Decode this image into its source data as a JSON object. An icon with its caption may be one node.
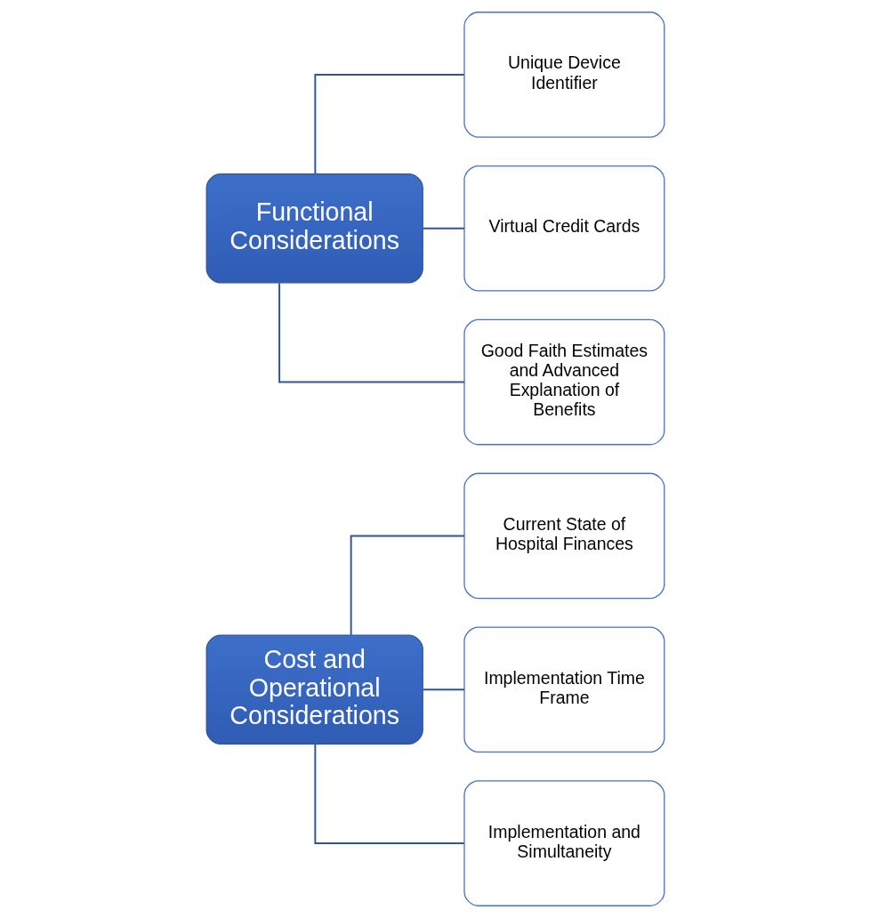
{
  "diagram": {
    "nodes": [
      {
        "text": [
          "Cost and Operational Considerations"
        ]
      },
      {
        "text": [
          "Current State of Hospital Finances"
        ]
      },
      {
        "text": [
          "Implementation Time Frame"
        ]
      },
      {
        "text": [
          "Implementation and Simultaneity"
        ]
      },
      {
        "text": [
          "Functional Considerations"
        ]
      },
      {
        "text": [
          "Unique Device Identifier"
        ]
      },
      {
        "text": [
          "Virtual Credit Cards"
        ]
      },
      {
        "text": [
          "Good Faith Estimates and Advanced Explanation of Benefits"
        ]
      }
    ],
    "edges": [
      {
        "from": 0,
        "to": 1,
        "arrow": "none"
      },
      {
        "from": 0,
        "to": 2,
        "arrow": "none"
      },
      {
        "from": 0,
        "to": 3,
        "arrow": "none"
      },
      {
        "from": 4,
        "to": 5,
        "arrow": "none"
      },
      {
        "from": 4,
        "to": 6,
        "arrow": "none"
      },
      {
        "from": 4,
        "to": 7,
        "arrow": "none"
      }
    ]
  }
}
